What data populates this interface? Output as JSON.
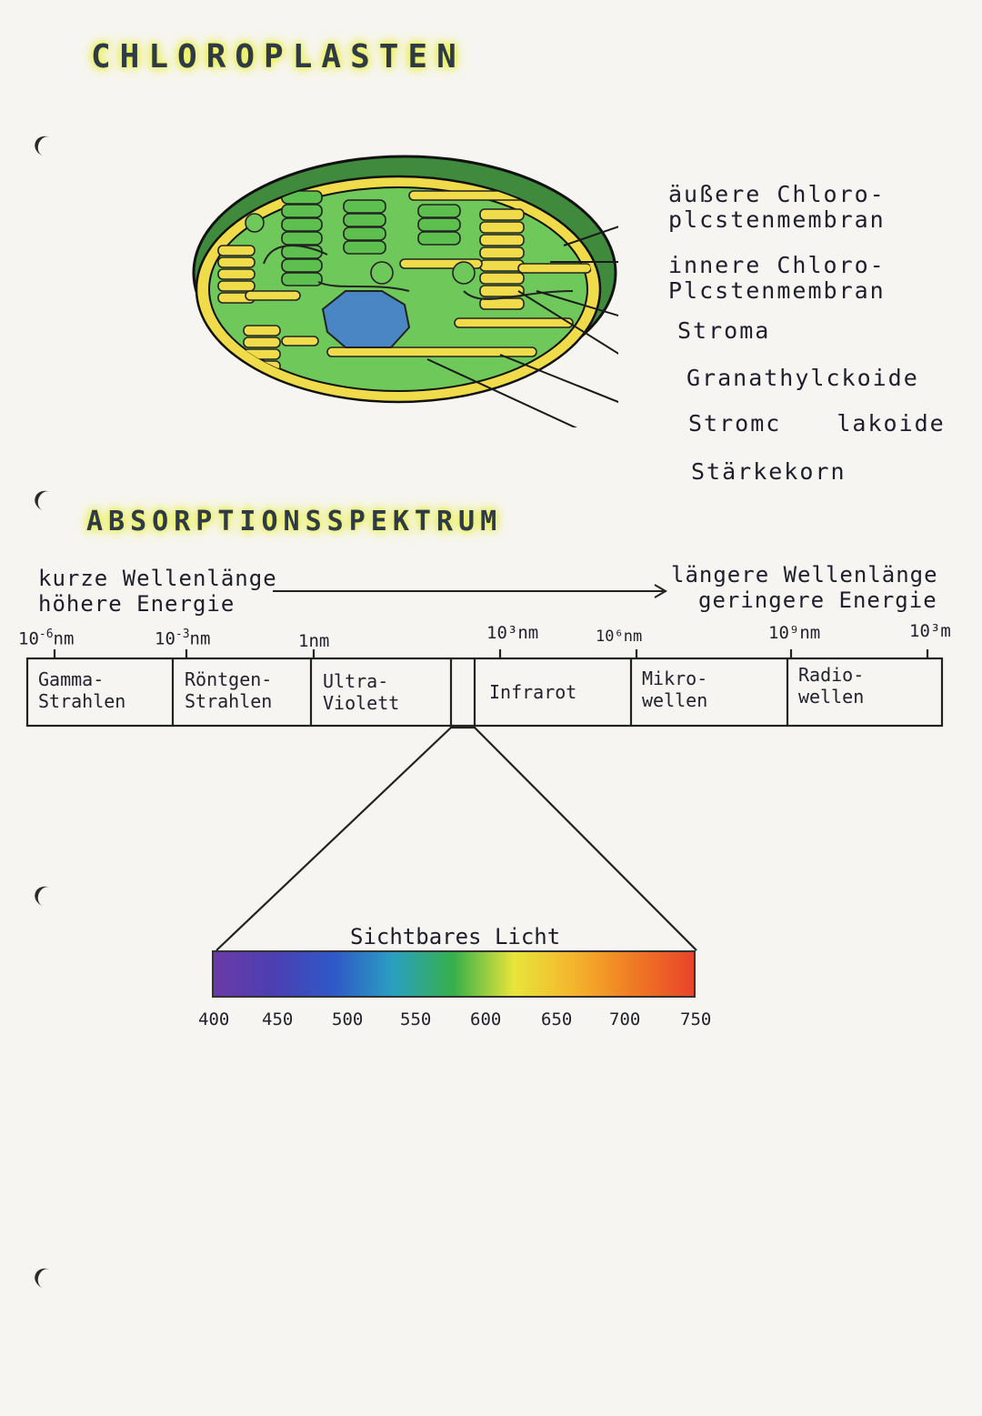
{
  "page": {
    "title_chloroplast": "CHLOROPLASTEN",
    "title_spectrum": "ABSORPTIONSSPEKTRUM"
  },
  "chloroplast": {
    "labels": [
      {
        "line1": "äußere Chloro-",
        "line2": "plcstenmembran"
      },
      {
        "line1": "innere  Chloro-",
        "line2": "Plcstenmembran"
      },
      {
        "line1": "Stroma"
      },
      {
        "line1": "Granathylckoide"
      },
      {
        "line1": "Stromc",
        "line2": "lakoide"
      },
      {
        "line1": "Stärkekorn"
      }
    ],
    "colors": {
      "stroma": "#6fc85a",
      "membrane": "#f0dc4a",
      "outer": "#3f8a3c",
      "starch": "#4a86c4",
      "line": "#1a1a1a"
    }
  },
  "spectrum": {
    "left_note": {
      "line1": "kurze Wellenlänge",
      "line2": "höhere Energie"
    },
    "right_note": {
      "line1": "längere Wellenlänge",
      "line2": "geringere Energie"
    },
    "scale": {
      "t1_base": "10",
      "t1_exp": "-6",
      "t1_unit": "nm",
      "t2_base": "10",
      "t2_exp": "-3",
      "t2_unit": "nm",
      "t3": "1nm",
      "t4": "10³nm",
      "t5": "10⁶nm",
      "t6": "10⁹nm",
      "t7": "10³m"
    },
    "bands": {
      "gamma": {
        "line1": "Gamma-",
        "line2": "Strahlen"
      },
      "xray": {
        "line1": "Röntgen-",
        "line2": "Strahlen"
      },
      "uv": {
        "line1": "Ultra-",
        "line2": "Violett"
      },
      "ir": {
        "line1": "Infrarot"
      },
      "micro": {
        "line1": "Mikro-",
        "line2": "wellen"
      },
      "radio": {
        "line1": "Radio-",
        "line2": "wellen"
      }
    },
    "visible": {
      "label": "Sichtbares Licht",
      "ticks": [
        "400",
        "450",
        "500",
        "550",
        "600",
        "650",
        "700",
        "750"
      ],
      "colors": [
        "#6b3aa8",
        "#4c3fb2",
        "#2f58c8",
        "#2aa0c0",
        "#37b04a",
        "#e8e53a",
        "#f5b52c",
        "#f07a24",
        "#e8442a"
      ]
    }
  }
}
